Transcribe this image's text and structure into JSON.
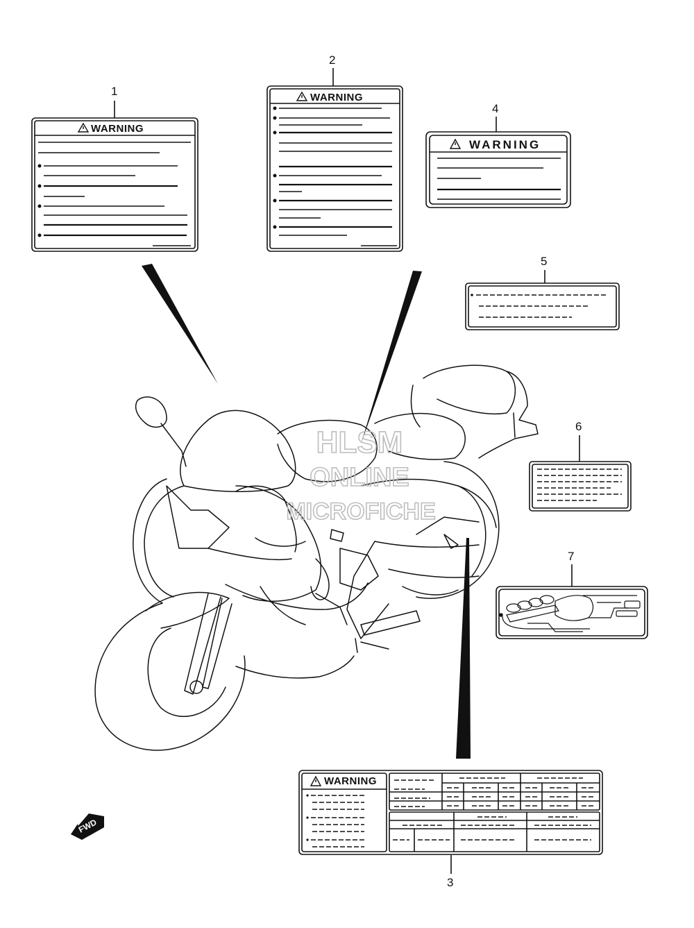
{
  "callouts": {
    "c1": "1",
    "c2": "2",
    "c3": "3",
    "c4": "4",
    "c5": "5",
    "c6": "6",
    "c7": "7"
  },
  "labels": {
    "label1_heading": "WARNING",
    "label2_heading": "WARNING",
    "label3_heading": "WARNING",
    "label4_heading": "WARNING"
  },
  "watermark": {
    "line1": "HLSM",
    "line2": "ONLINE",
    "line3": "MICROFICHE"
  },
  "direction_arrow": "FWD",
  "icons": {
    "warning": "warning-triangle-icon",
    "direction": "fwd-arrow-icon"
  },
  "colors": {
    "line": "#111111",
    "watermark": "#bdbdbd",
    "background": "#ffffff"
  }
}
